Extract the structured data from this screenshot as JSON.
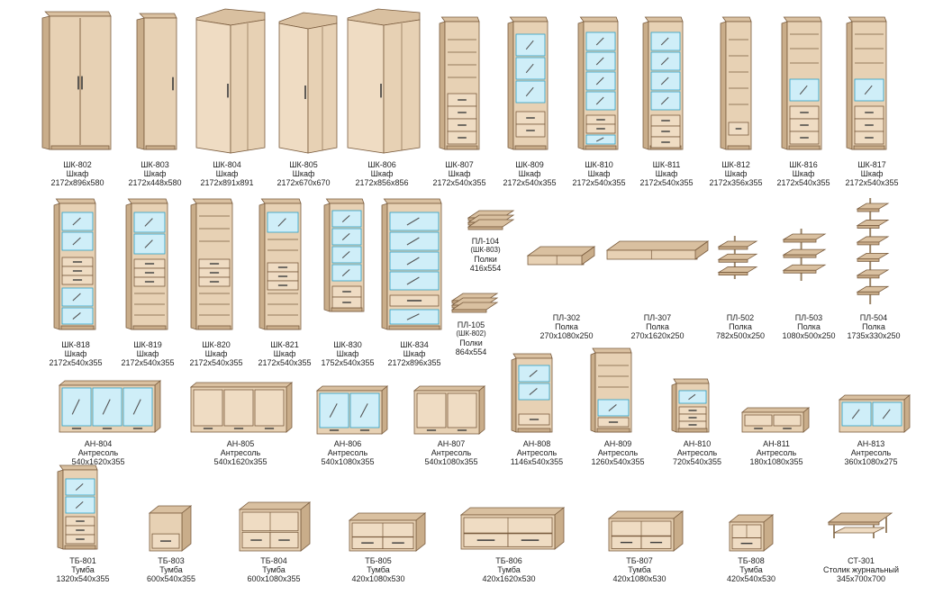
{
  "palette": {
    "wood": "#e7d1b4",
    "wood_light": "#efdcc3",
    "wood_side": "#c9ad8a",
    "wood_top": "#d9c0a0",
    "edge": "#7a5c3e",
    "glass": "#cfeef8",
    "glass_edge": "#2aa0c8",
    "handle": "#3b3b3b",
    "rail": "#9a8468"
  },
  "items": [
    {
      "code": "ШК-802",
      "type": "Шкаф",
      "size": "2172x896x580"
    },
    {
      "code": "ШК-803",
      "type": "Шкаф",
      "size": "2172x448x580"
    },
    {
      "code": "ШК-804",
      "type": "Шкаф",
      "size": "2172x891x891"
    },
    {
      "code": "ШК-805",
      "type": "Шкаф",
      "size": "2172x670x670"
    },
    {
      "code": "ШК-806",
      "type": "Шкаф",
      "size": "2172x856x856"
    },
    {
      "code": "ШК-807",
      "type": "Шкаф",
      "size": "2172x540x355"
    },
    {
      "code": "ШК-809",
      "type": "Шкаф",
      "size": "2172x540x355"
    },
    {
      "code": "ШК-810",
      "type": "Шкаф",
      "size": "2172x540x355"
    },
    {
      "code": "ШК-811",
      "type": "Шкаф",
      "size": "2172x540x355"
    },
    {
      "code": "ШК-812",
      "type": "Шкаф",
      "size": "2172x356x355"
    },
    {
      "code": "ШК-816",
      "type": "Шкаф",
      "size": "2172x540x355"
    },
    {
      "code": "ШК-817",
      "type": "Шкаф",
      "size": "2172x540x355"
    },
    {
      "code": "ШК-818",
      "type": "Шкаф",
      "size": "2172x540x355"
    },
    {
      "code": "ШК-819",
      "type": "Шкаф",
      "size": "2172x540x355"
    },
    {
      "code": "ШК-820",
      "type": "Шкаф",
      "size": "2172x540x355"
    },
    {
      "code": "ШК-821",
      "type": "Шкаф",
      "size": "2172x540x355"
    },
    {
      "code": "ШК-830",
      "type": "Шкаф",
      "size": "1752x540x355"
    },
    {
      "code": "ШК-834",
      "type": "Шкаф",
      "size": "2172x896x355"
    },
    {
      "code": "ПЛ-104",
      "note": "(ШК-803)",
      "type": "Полки",
      "size": "416x554"
    },
    {
      "code": "ПЛ-105",
      "note": "(ШК-802)",
      "type": "Полки",
      "size": "864x554"
    },
    {
      "code": "ПЛ-302",
      "type": "Полка",
      "size": "270x1080x250"
    },
    {
      "code": "ПЛ-307",
      "type": "Полка",
      "size": "270x1620x250"
    },
    {
      "code": "ПЛ-502",
      "type": "Полка",
      "size": "782x500x250"
    },
    {
      "code": "ПЛ-503",
      "type": "Полка",
      "size": "1080x500x250"
    },
    {
      "code": "ПЛ-504",
      "type": "Полка",
      "size": "1735x330x250"
    },
    {
      "code": "АН-804",
      "type": "Антресоль",
      "size": "540x1620x355"
    },
    {
      "code": "АН-805",
      "type": "Антресоль",
      "size": "540x1620x355"
    },
    {
      "code": "АН-806",
      "type": "Антресоль",
      "size": "540x1080x355"
    },
    {
      "code": "АН-807",
      "type": "Антресоль",
      "size": "540x1080x355"
    },
    {
      "code": "АН-808",
      "type": "Антресоль",
      "size": "1146x540x355"
    },
    {
      "code": "АН-809",
      "type": "Антресоль",
      "size": "1260x540x355"
    },
    {
      "code": "АН-810",
      "type": "Антресоль",
      "size": "720x540x355"
    },
    {
      "code": "АН-811",
      "type": "Антресоль",
      "size": "180x1080x355"
    },
    {
      "code": "АН-813",
      "type": "Антресоль",
      "size": "360x1080x275"
    },
    {
      "code": "ТБ-801",
      "type": "Тумба",
      "size": "1320x540x355"
    },
    {
      "code": "ТБ-803",
      "type": "Тумба",
      "size": "600x540x355"
    },
    {
      "code": "ТБ-804",
      "type": "Тумба",
      "size": "600x1080x355"
    },
    {
      "code": "ТБ-805",
      "type": "Тумба",
      "size": "420x1080x530"
    },
    {
      "code": "ТБ-806",
      "type": "Тумба",
      "size": "420x1620x530"
    },
    {
      "code": "ТБ-807",
      "type": "Тумба",
      "size": "420x1080x530"
    },
    {
      "code": "ТБ-808",
      "type": "Тумба",
      "size": "420x540x530"
    },
    {
      "code": "СТ-301",
      "type": "Столик журнальный",
      "size": "345x700x700"
    }
  ]
}
